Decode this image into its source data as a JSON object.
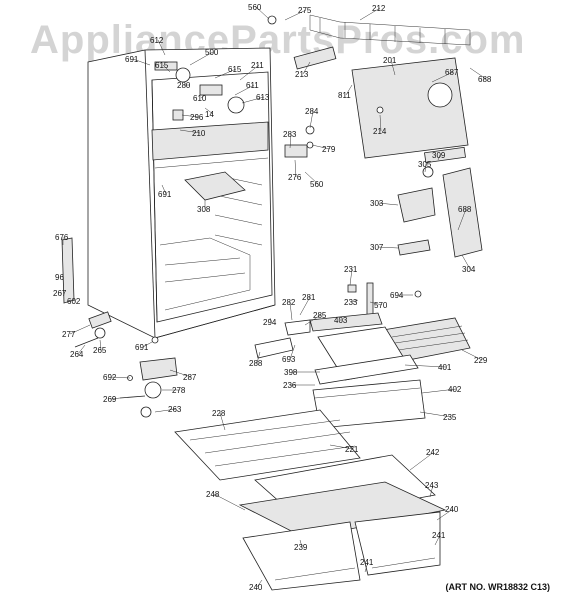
{
  "watermark": "AppliancePartsPros.com",
  "art_number": "(ART NO. WR18832 C13)",
  "callouts": [
    "560",
    "275",
    "212",
    "691",
    "612",
    "500",
    "615",
    "615",
    "211",
    "280",
    "611",
    "613",
    "610",
    "14",
    "296",
    "210",
    "201",
    "687",
    "688",
    "811",
    "213",
    "284",
    "279",
    "283",
    "214",
    "276",
    "560",
    "309",
    "305",
    "691",
    "308",
    "303",
    "688",
    "307",
    "304",
    "676",
    "96",
    "267",
    "602",
    "277",
    "264",
    "265",
    "691",
    "231",
    "233",
    "570",
    "694",
    "282",
    "281",
    "285",
    "403",
    "294",
    "693",
    "288",
    "229",
    "398",
    "401",
    "236",
    "402",
    "692",
    "287",
    "278",
    "269",
    "263",
    "228",
    "235",
    "221",
    "242",
    "248",
    "243",
    "240",
    "239",
    "241",
    "240",
    "241"
  ]
}
